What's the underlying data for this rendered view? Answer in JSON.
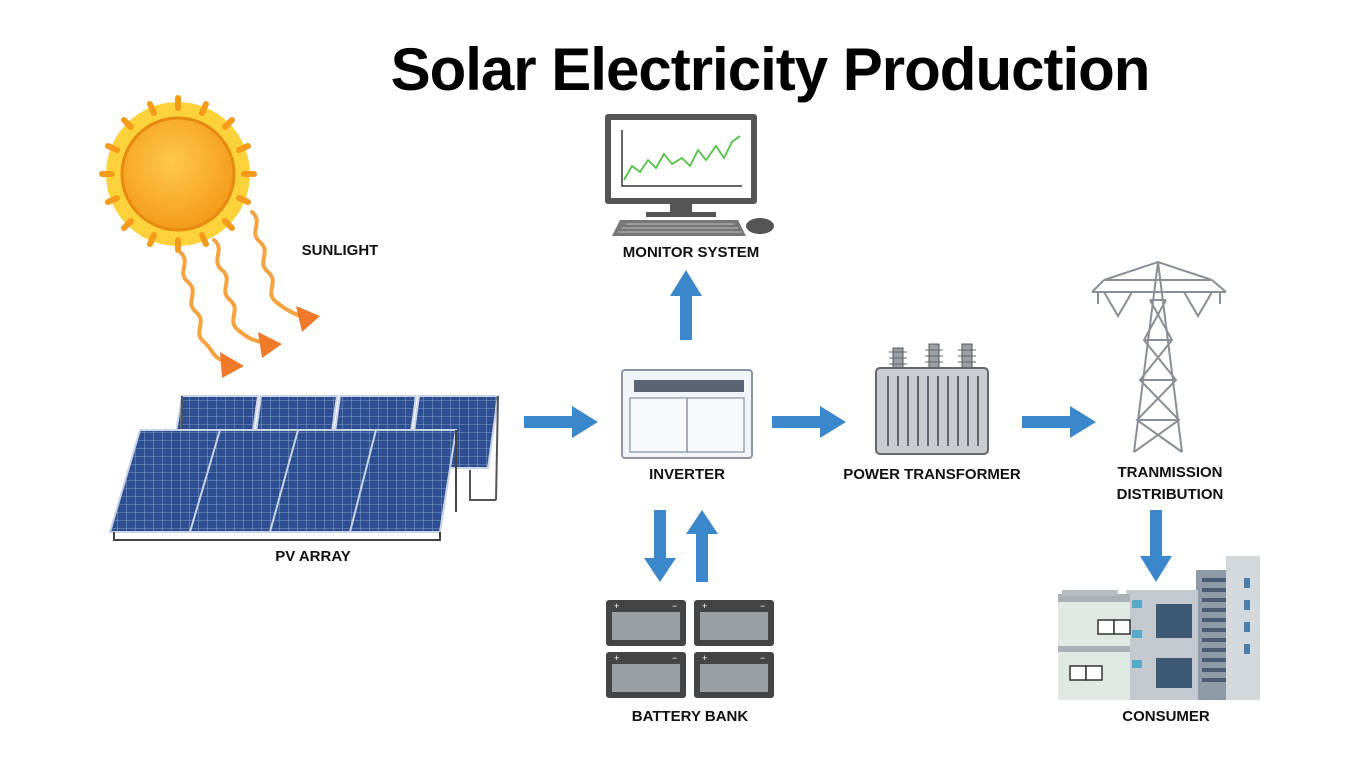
{
  "title": "Solar Electricity Production",
  "labels": {
    "sunlight": "SUNLIGHT",
    "pv_array": "PV ARRAY",
    "monitor_system": "MONITOR SYSTEM",
    "inverter": "INVERTER",
    "battery_bank": "BATTERY BANK",
    "power_transformer": "POWER TRANSFORMER",
    "transmission": "TRANMISSION",
    "distribution": "DISTRIBUTION",
    "consumer": "CONSUMER"
  },
  "colors": {
    "arrow": "#3a87cc",
    "sun_ray": "#f08030",
    "panel": "#2b4a8c",
    "chart_line": "#55c047"
  },
  "icons": [
    "sun-icon",
    "solar-panel-icon",
    "monitor-icon",
    "inverter-icon",
    "battery-icon",
    "transformer-icon",
    "transmission-tower-icon",
    "buildings-icon"
  ]
}
